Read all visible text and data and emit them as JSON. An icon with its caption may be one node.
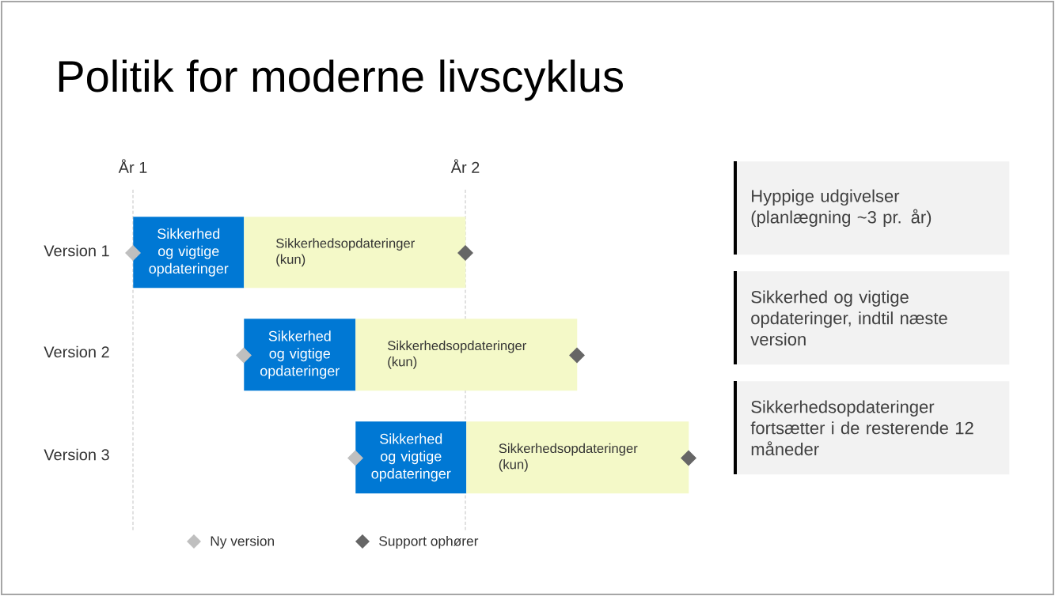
{
  "diagram": {
    "title": "Politik for moderne livscyklus",
    "nodes": [
      {
        "text": [
          "Sikkerhed og vigtige opdateringer"
        ]
      },
      {
        "text": [
          "Sikkerhedsopdateringer (kun)"
        ]
      },
      {
        "text": [
          "Sikkerhed og vigtige opdateringer"
        ]
      },
      {
        "text": [
          "Sikkerhedsopdateringer (kun)"
        ]
      },
      {
        "text": [
          "Sikkerhed og vigtige opdateringer"
        ]
      },
      {
        "text": [
          "Sikkerhedsopdateringer (kun)"
        ]
      },
      {
        "text": [
          "Hyppige udgivelser (planlægning ~3 pr. år)"
        ]
      },
      {
        "text": [
          "Sikkerhed og vigtige opdateringer, indtil næste version"
        ]
      },
      {
        "text": [
          "Sikkerhedsopdateringer fortsætter i de resterende 12 måneder"
        ]
      }
    ],
    "labels": [
      "År 1",
      "År 2",
      "Version 1",
      "Version 2",
      "Version 3"
    ],
    "legend": [
      {
        "text": "Ny version"
      },
      {
        "text": "Support ophører"
      }
    ]
  }
}
